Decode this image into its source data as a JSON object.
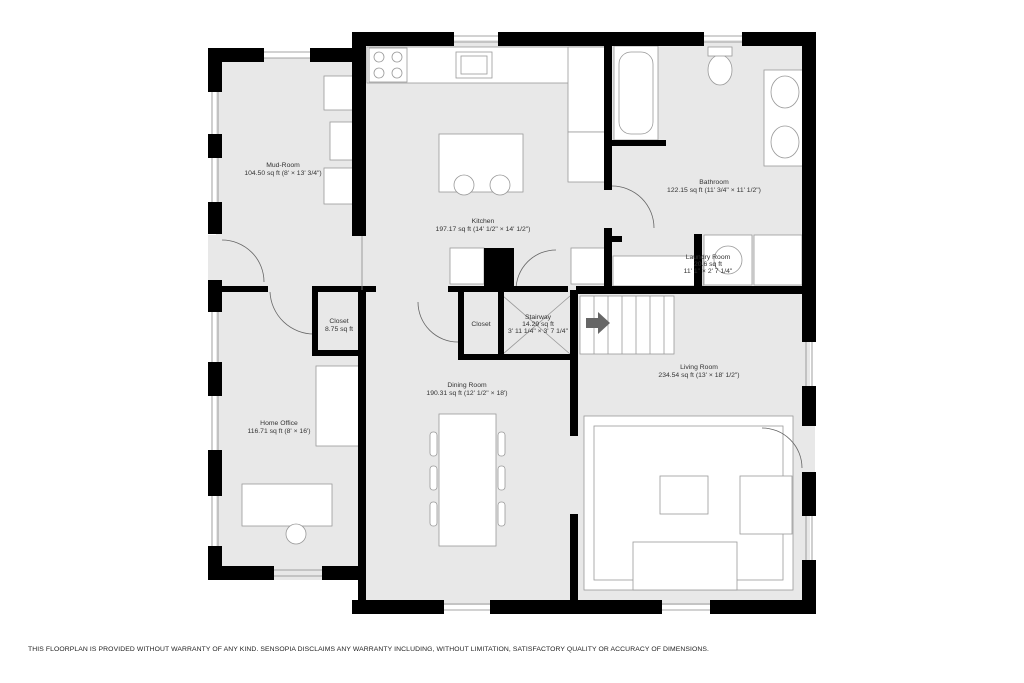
{
  "floor_area_fill": "#e8e8e8",
  "wall_color": "#000000",
  "rooms": {
    "mud_room": {
      "name": "Mud-Room",
      "area": "104.50 sq ft (8' × 13' 3/4\")"
    },
    "kitchen": {
      "name": "Kitchen",
      "area": "197.17 sq ft (14' 1/2\" × 14' 1/2\")"
    },
    "bathroom": {
      "name": "Bathroom",
      "area": "122.15 sq ft (11' 3/4\" × 11' 1/2\")"
    },
    "laundry": {
      "name": "Laundry Room",
      "area": "20.6 sq ft",
      "dims": "11' 1\" × 2' 7 1/4\""
    },
    "closet_left": {
      "name": "Closet",
      "area": "8.75 sq ft"
    },
    "closet_center": {
      "name": "Closet"
    },
    "stairway": {
      "name": "Stairway",
      "area": "14.29 sq ft",
      "dims": "3' 11 1/4\" × 3' 7 1/4\""
    },
    "living_room": {
      "name": "Living Room",
      "area": "234.54 sq ft (13' × 18' 1/2\")"
    },
    "dining_room": {
      "name": "Dining Room",
      "area": "190.31 sq ft (12' 1/2\" × 18')"
    },
    "home_office": {
      "name": "Home Office",
      "area": "116.71 sq ft (8' × 16')"
    }
  },
  "disclaimer": "THIS FLOORPLAN IS PROVIDED WITHOUT WARRANTY OF ANY KIND. SENSOPIA DISCLAIMS ANY WARRANTY INCLUDING, WITHOUT LIMITATION, SATISFACTORY QUALITY OR ACCURACY OF DIMENSIONS."
}
